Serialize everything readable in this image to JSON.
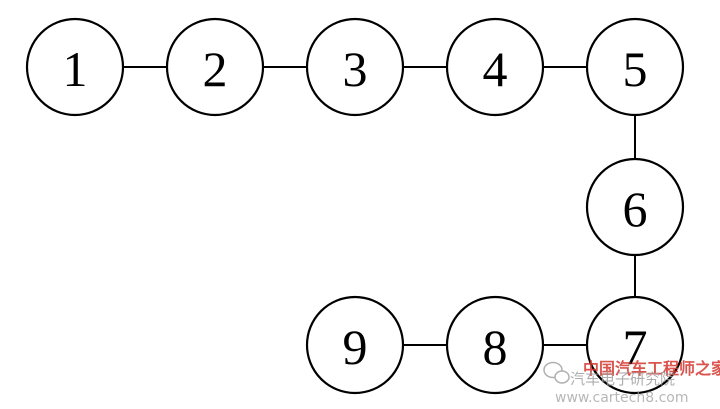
{
  "diagram": {
    "nodes": [
      {
        "id": "1",
        "label": "1"
      },
      {
        "id": "2",
        "label": "2"
      },
      {
        "id": "3",
        "label": "3"
      },
      {
        "id": "4",
        "label": "4"
      },
      {
        "id": "5",
        "label": "5"
      },
      {
        "id": "6",
        "label": "6"
      },
      {
        "id": "7",
        "label": "7"
      },
      {
        "id": "8",
        "label": "8"
      },
      {
        "id": "9",
        "label": "9"
      }
    ],
    "edges": [
      [
        "1",
        "2"
      ],
      [
        "2",
        "3"
      ],
      [
        "3",
        "4"
      ],
      [
        "4",
        "5"
      ],
      [
        "5",
        "6"
      ],
      [
        "6",
        "7"
      ],
      [
        "7",
        "8"
      ],
      [
        "8",
        "9"
      ]
    ]
  },
  "watermark": {
    "title": "中国汽车工程师之家",
    "subtitle": "汽车电子研究院",
    "url": "www.cartech8.com",
    "icon": "wechat-icon"
  }
}
